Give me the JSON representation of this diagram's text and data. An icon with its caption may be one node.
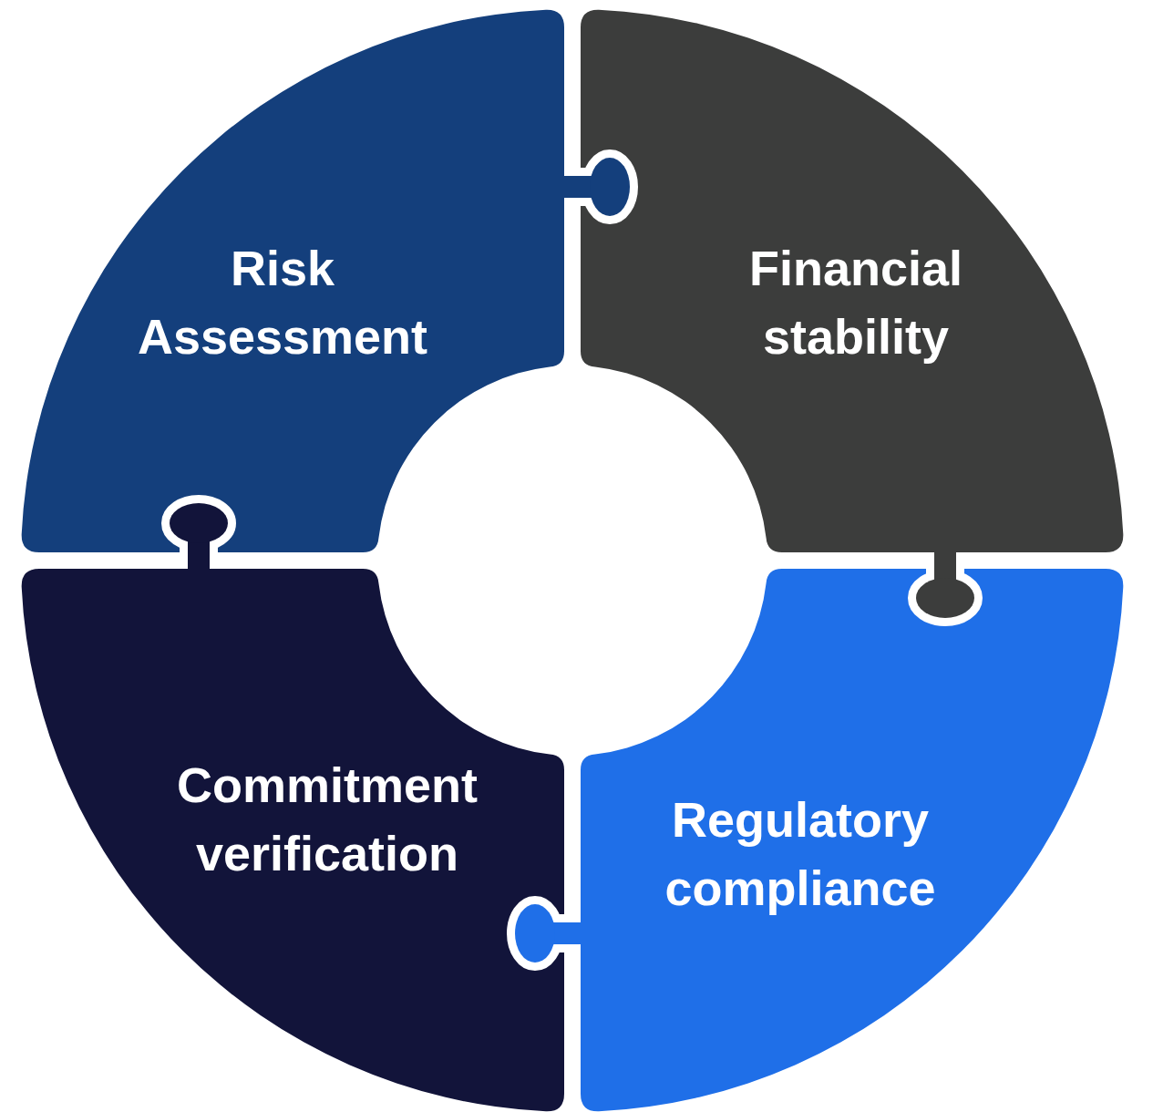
{
  "diagram": {
    "nodes": [
      {
        "text": [
          "Risk Assessment"
        ]
      },
      {
        "text": [
          "Financial stability"
        ]
      },
      {
        "text": [
          "Commitment verification"
        ]
      },
      {
        "text": [
          "Regulatory compliance"
        ]
      }
    ]
  }
}
